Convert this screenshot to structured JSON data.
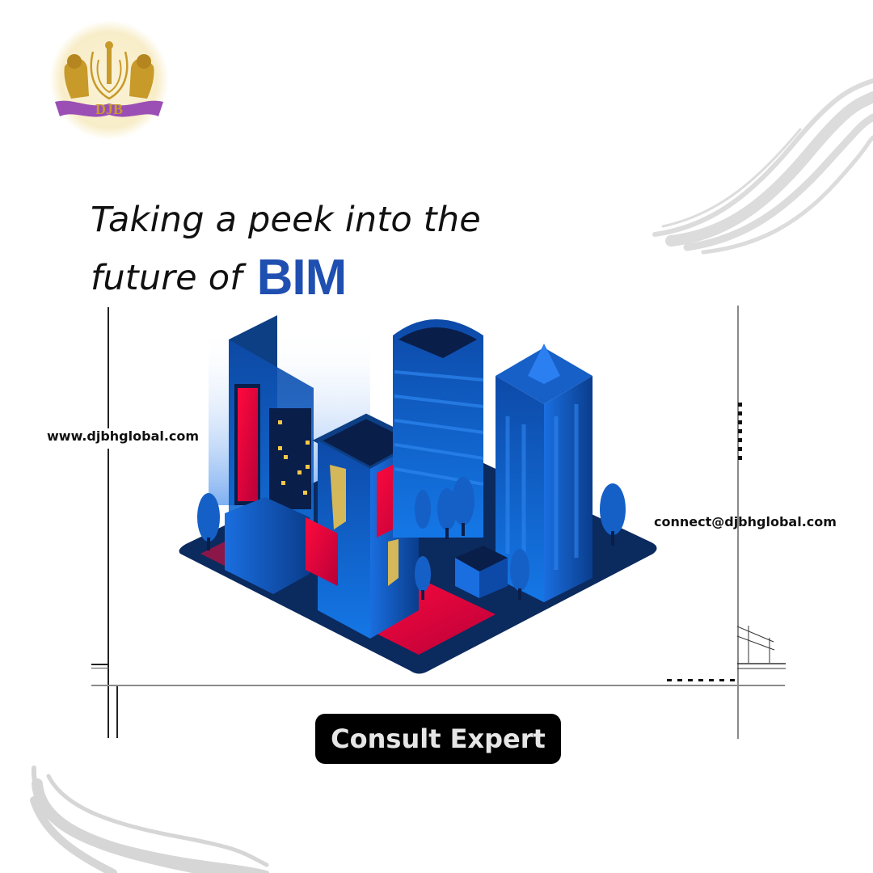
{
  "brand": {
    "logo_text": "DJB",
    "logo_icon": "crest-with-lions-icon"
  },
  "headline": {
    "line1": "Taking a peek into the",
    "line2": "future of",
    "highlight": "BIM"
  },
  "contact": {
    "website": "www.djbhglobal.com",
    "email": "connect@djbhglobal.com"
  },
  "cta": {
    "label": "Consult Expert"
  },
  "illustration": {
    "name": "isometric-city-buildings-icon"
  },
  "colors": {
    "accent_blue": "#1f4fb0",
    "building_blue": "#0a5fd1",
    "building_dark": "#0b2a5e",
    "accent_red": "#ff0a3c",
    "window_yellow": "#f7c948",
    "button_bg": "#000000",
    "button_text": "#e6e6e6",
    "logo_purple": "#9b4fb5",
    "logo_gold": "#c89a2a"
  }
}
